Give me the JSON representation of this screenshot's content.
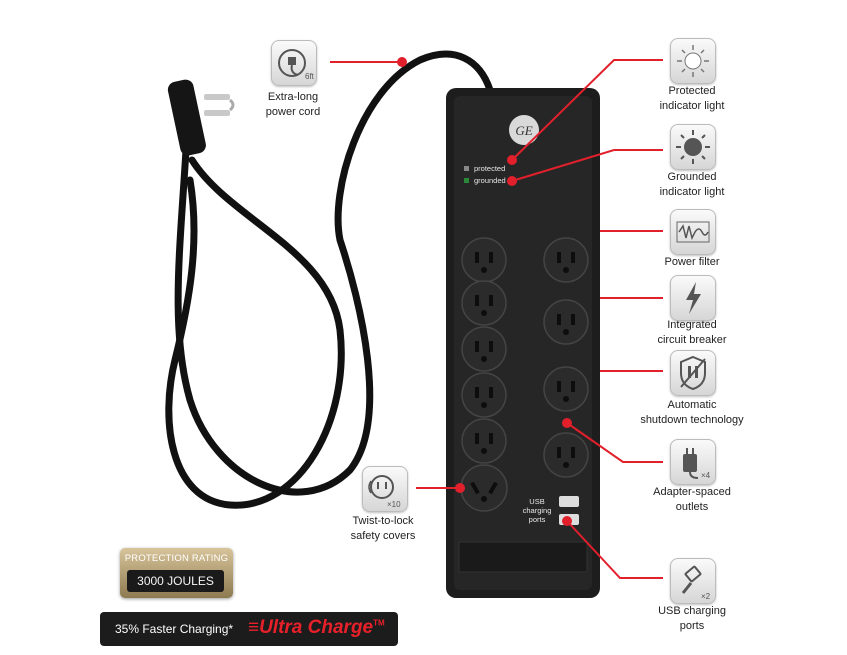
{
  "product": {
    "brand_logo": "GE",
    "strip_labels": {
      "protected": "protected",
      "grounded": "grounded",
      "usb": [
        "USB",
        "charging",
        "ports"
      ]
    }
  },
  "callouts": [
    {
      "id": "cord",
      "icon": "plug-cord-icon",
      "badge": "6ft",
      "lines": [
        "Extra-long",
        "power cord"
      ]
    },
    {
      "id": "protected",
      "icon": "protected-light-icon",
      "lines": [
        "Protected",
        "indicator light"
      ]
    },
    {
      "id": "grounded",
      "icon": "grounded-light-icon",
      "lines": [
        "Grounded",
        "indicator light"
      ]
    },
    {
      "id": "filter",
      "icon": "power-filter-icon",
      "lines": [
        "Power filter"
      ]
    },
    {
      "id": "breaker",
      "icon": "lightning-bolt-icon",
      "lines": [
        "Integrated",
        "circuit breaker"
      ]
    },
    {
      "id": "shutdown",
      "icon": "shutdown-shield-icon",
      "lines": [
        "Automatic",
        "shutdown technology"
      ]
    },
    {
      "id": "adapter",
      "icon": "adapter-plug-icon",
      "badge": "×4",
      "lines": [
        "Adapter-spaced",
        "outlets"
      ]
    },
    {
      "id": "twist",
      "icon": "twist-lock-outlet-icon",
      "badge": "×10",
      "lines": [
        "Twist-to-lock",
        "safety covers"
      ]
    },
    {
      "id": "usb",
      "icon": "usb-cable-icon",
      "badge": "×2",
      "lines": [
        "USB charging",
        "ports"
      ]
    }
  ],
  "rating": {
    "top": "PROTECTION RATING",
    "value": "3000 JOULES"
  },
  "charge": {
    "text": "35% Faster Charging*",
    "brand": "≡Ultra Charge",
    "tm": "TM"
  },
  "colors": {
    "accent": "#e1202c",
    "strip": "#1d1d1d",
    "cord": "#111111"
  }
}
